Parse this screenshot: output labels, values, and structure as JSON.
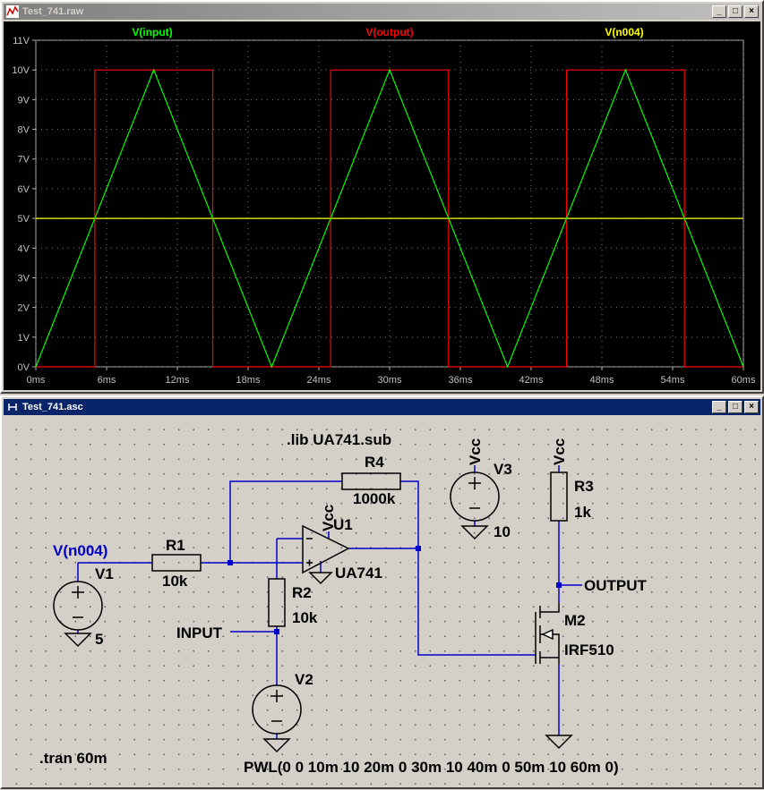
{
  "plot_window": {
    "title": "Test_741.raw",
    "buttons": [
      "_",
      "□",
      "×"
    ]
  },
  "schematic_window": {
    "title": "Test_741.asc",
    "buttons": [
      "_",
      "□",
      "×"
    ]
  },
  "chart_data": {
    "type": "line",
    "x_unit": "ms",
    "y_unit": "V",
    "xlim": [
      0,
      60
    ],
    "ylim": [
      0,
      11
    ],
    "x_ticks": [
      "0ms",
      "6ms",
      "12ms",
      "18ms",
      "24ms",
      "30ms",
      "36ms",
      "42ms",
      "48ms",
      "54ms",
      "60ms"
    ],
    "y_ticks": [
      "0V",
      "1V",
      "2V",
      "3V",
      "4V",
      "5V",
      "6V",
      "7V",
      "8V",
      "9V",
      "10V",
      "11V"
    ],
    "grid": true,
    "series": [
      {
        "name": "V(input)",
        "color": "#00ff00",
        "x": [
          0,
          10,
          20,
          30,
          40,
          50,
          60
        ],
        "y": [
          0,
          10,
          0,
          10,
          0,
          10,
          0
        ]
      },
      {
        "name": "V(output)",
        "color": "#ff0000",
        "x": [
          0,
          5,
          5,
          15,
          15,
          25,
          25,
          35,
          35,
          45,
          45,
          55,
          55,
          60
        ],
        "y": [
          0,
          0,
          10,
          10,
          0,
          0,
          10,
          10,
          0,
          0,
          10,
          10,
          0,
          0
        ]
      },
      {
        "name": "V(n004)",
        "color": "#ffff00",
        "x": [
          0,
          60
        ],
        "y": [
          5,
          5
        ]
      }
    ]
  },
  "schematic": {
    "directive_lib": ".lib UA741.sub",
    "directive_tran": ".tran 60m",
    "pwl": "PWL(0 0 10m 10 20m 0 30m 10 40m 0 50m 10 60m 0)",
    "net_n004": "V(n004)",
    "net_input": "INPUT",
    "net_output": "OUTPUT",
    "V1": {
      "name": "V1",
      "value": "5"
    },
    "V2": {
      "name": "V2"
    },
    "V3": {
      "name": "V3",
      "value": "10",
      "net": "Vcc"
    },
    "R1": {
      "name": "R1",
      "value": "10k"
    },
    "R2": {
      "name": "R2",
      "value": "10k"
    },
    "R3": {
      "name": "R3",
      "value": "1k",
      "net": "Vcc"
    },
    "R4": {
      "name": "R4",
      "value": "1000k"
    },
    "U1": {
      "name": "U1",
      "model": "UA741",
      "net": "Vcc"
    },
    "M2": {
      "name": "M2",
      "model": "IRF510"
    }
  }
}
